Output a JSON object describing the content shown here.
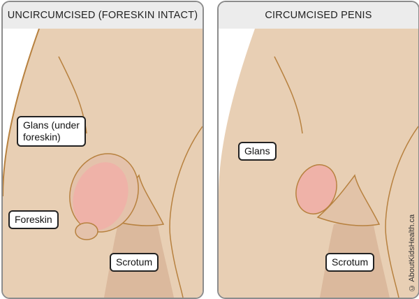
{
  "left_panel": {
    "title": "UNCIRCUMCISED (FORESKIN INTACT)",
    "labels": {
      "glans": "Glans (under\nforeskin)",
      "foreskin": "Foreskin",
      "scrotum": "Scrotum"
    }
  },
  "right_panel": {
    "title": "CIRCUMCISED PENIS",
    "labels": {
      "glans": "Glans",
      "scrotum": "Scrotum"
    }
  },
  "watermark": "© AboutKidsHealth.ca",
  "colors": {
    "skin": "#e8cfb4",
    "outline": "#b7813f",
    "glans": "#efb2a8",
    "header": "#ececec"
  }
}
